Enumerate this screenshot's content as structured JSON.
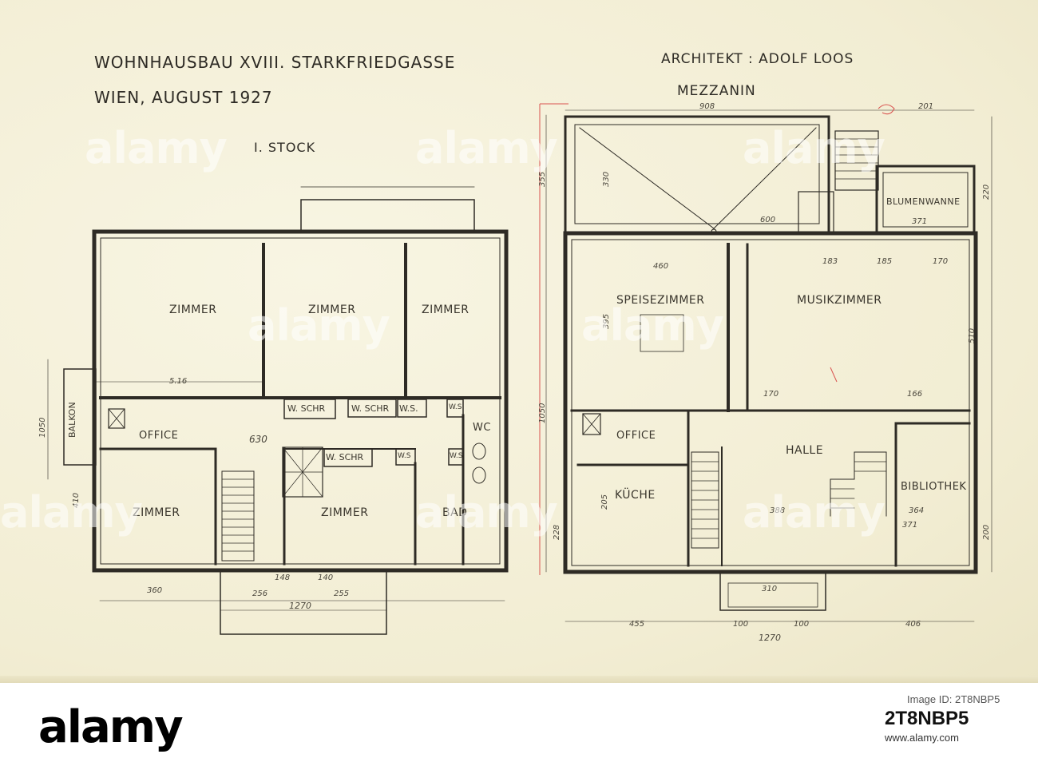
{
  "header": {
    "title_line1": "WOHNHAUSBAU XVIII. STARKFRIEDGASSE",
    "title_line2": "WIEN, AUGUST 1927",
    "architect": "ARCHITEKT : ADOLF LOOS"
  },
  "left_plan": {
    "title": "I. STOCK",
    "rooms": {
      "zimmer_1": "ZIMMER",
      "zimmer_2": "ZIMMER",
      "zimmer_3": "ZIMMER",
      "zimmer_4": "ZIMMER",
      "zimmer_5": "ZIMMER",
      "office": "OFFICE",
      "bad": "BAD",
      "wc": "WC",
      "balkon": "BALKON",
      "w_schr_1": "W. SCHR",
      "w_schr_2": "W. SCHR",
      "w_schr_3": "W. SCHR",
      "ws_1": "W.S.",
      "ws_2": "W.S",
      "ws_3": "W.S",
      "ws_4": "W.S"
    },
    "dimensions": {
      "d_516": "5.16",
      "d_630": "630",
      "d_1050": "1050",
      "d_410": "410",
      "d_360": "360",
      "d_148": "148",
      "d_140": "140",
      "d_256": "256",
      "d_255": "255",
      "d_1270": "1270"
    }
  },
  "right_plan": {
    "title": "MEZZANIN",
    "rooms": {
      "blumenwanne": "BLUMENWANNE",
      "speisezimmer": "SPEISEZIMMER",
      "musikzimmer": "MUSIKZIMMER",
      "office": "OFFICE",
      "halle": "HALLE",
      "kueche": "KÜCHE",
      "bibliothek": "BIBLIOTHEK"
    },
    "dimensions": {
      "d_908": "908",
      "d_201": "201",
      "d_355": "355",
      "d_330": "330",
      "d_220": "220",
      "d_600": "600",
      "d_371": "371",
      "d_460": "460",
      "d_183": "183",
      "d_185": "185",
      "d_170": "170",
      "d_1050": "1050",
      "d_395": "395",
      "d_510": "510",
      "d_170b": "170",
      "d_166": "166",
      "d_205": "205",
      "d_388": "388",
      "d_364": "364",
      "d_371b": "371",
      "d_228": "228",
      "d_200": "200",
      "d_310": "310",
      "d_455": "455",
      "d_100a": "100",
      "d_100b": "100",
      "d_406": "406",
      "d_1270": "1270"
    }
  },
  "watermarks": {
    "text": "alamy"
  },
  "footer": {
    "logo": "alamy",
    "image_id_label": "Image ID: 2T8NBP5",
    "image_ref": "2T8NBP5",
    "url": "www.alamy.com"
  },
  "colors": {
    "paper": "#f5f1dc",
    "ink": "#2e2b25",
    "red_pencil": "#d9534f"
  }
}
